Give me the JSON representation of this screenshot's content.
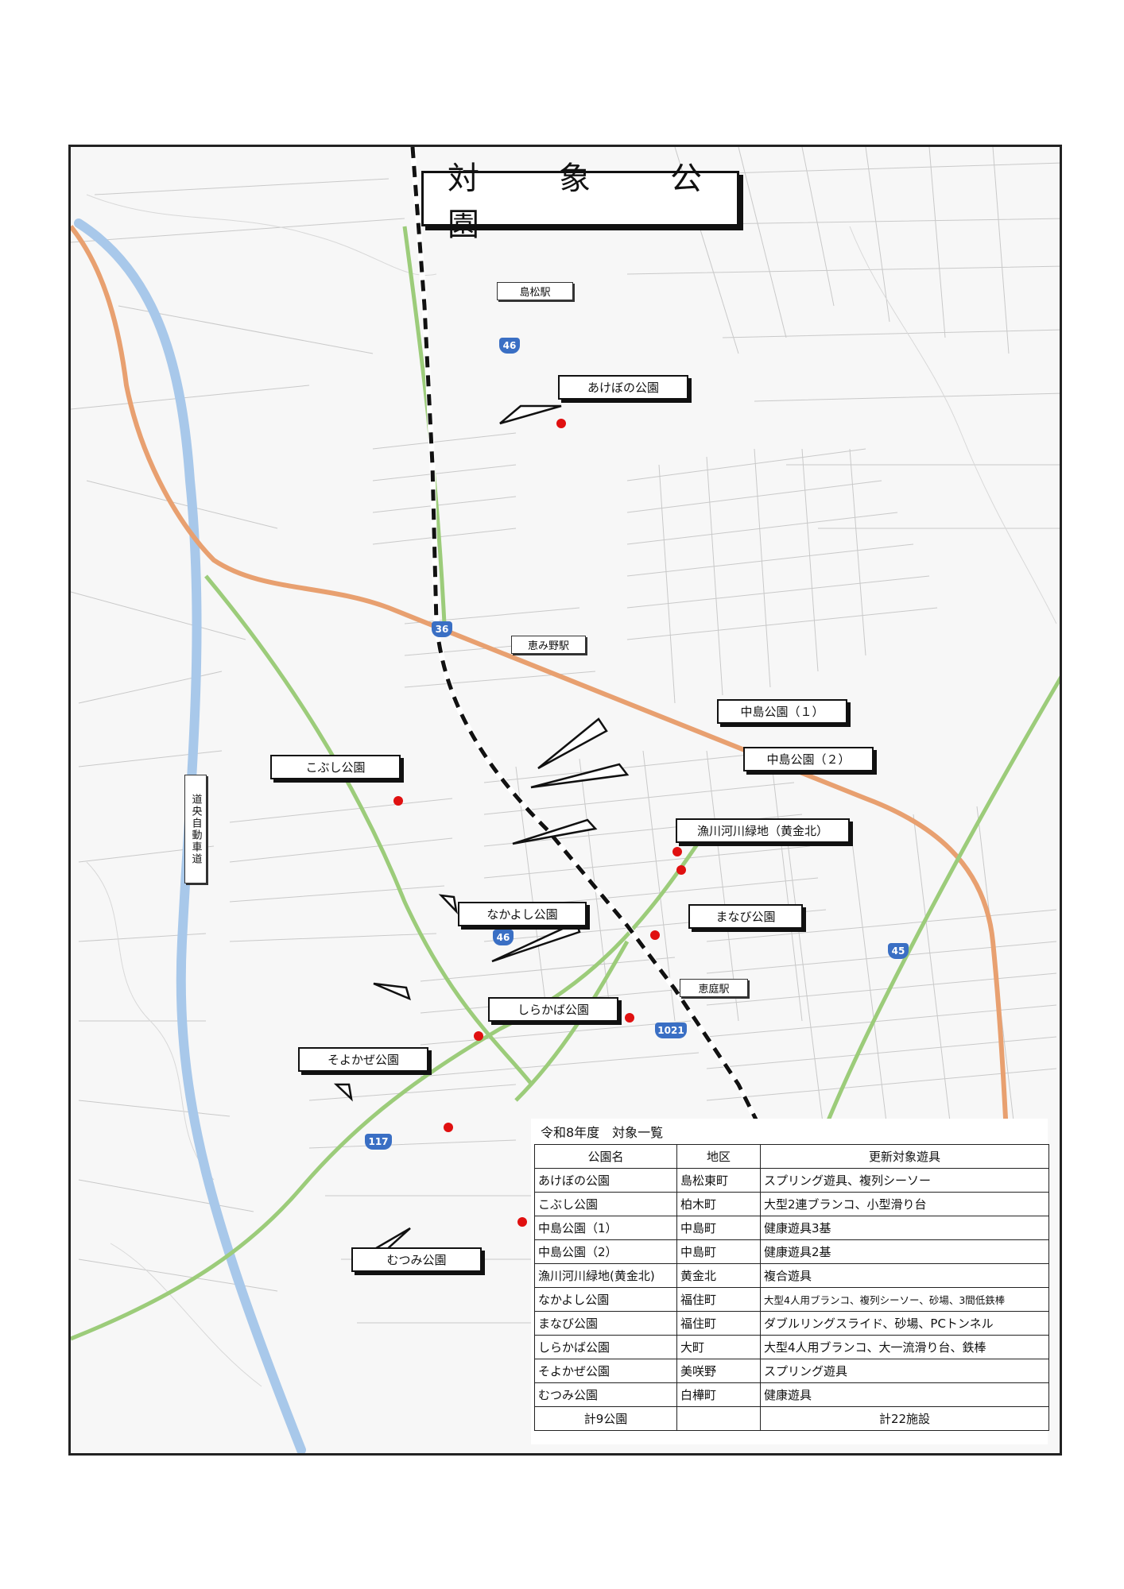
{
  "title": "対　象　公　園",
  "stations": [
    {
      "id": "shimamatsu",
      "label": "島松駅"
    },
    {
      "id": "megumino",
      "label": "恵み野駅"
    },
    {
      "id": "eniwa",
      "label": "恵庭駅"
    }
  ],
  "routes": [
    "46",
    "46",
    "36",
    "45",
    "117",
    "1021"
  ],
  "expressway_label": "道央自動車道",
  "parks": [
    {
      "label": "あけぼの公園"
    },
    {
      "label": "こぶし公園"
    },
    {
      "label": "中島公園（１）"
    },
    {
      "label": "中島公園（２）"
    },
    {
      "label": "漁川河川緑地（黄金北）"
    },
    {
      "label": "なかよし公園"
    },
    {
      "label": "まなび公園"
    },
    {
      "label": "しらかば公園"
    },
    {
      "label": "そよかぜ公園"
    },
    {
      "label": "むつみ公園"
    }
  ],
  "colors": {
    "highway": "#a8c8ea",
    "national_route": "#e8a070",
    "green_road": "#9ccc7a",
    "rail": "#111111",
    "park_dot": "#e01010"
  },
  "table": {
    "title": "令和8年度　対象一覧",
    "headers": [
      "公園名",
      "地区",
      "更新対象遊具"
    ],
    "rows": [
      [
        "あけぼの公園",
        "島松東町",
        "スプリング遊具、複列シーソー"
      ],
      [
        "こぶし公園",
        "柏木町",
        "大型2連ブランコ、小型滑り台"
      ],
      [
        "中島公園（1）",
        "中島町",
        "健康遊具3基"
      ],
      [
        "中島公園（2）",
        "中島町",
        "健康遊具2基"
      ],
      [
        "漁川河川緑地(黄金北)",
        "黄金北",
        "複合遊具"
      ],
      [
        "なかよし公園",
        "福住町",
        "大型4人用ブランコ、複列シーソー、砂場、3間低鉄棒"
      ],
      [
        "まなび公園",
        "福住町",
        "ダブルリングスライド、砂場、PCトンネル"
      ],
      [
        "しらかば公園",
        "大町",
        "大型4人用ブランコ、大一流滑り台、鉄棒"
      ],
      [
        "そよかぜ公園",
        "美咲野",
        "スプリング遊具"
      ],
      [
        "むつみ公園",
        "白樺町",
        "健康遊具"
      ]
    ],
    "footer": [
      "計9公園",
      "",
      "計22施設"
    ]
  }
}
